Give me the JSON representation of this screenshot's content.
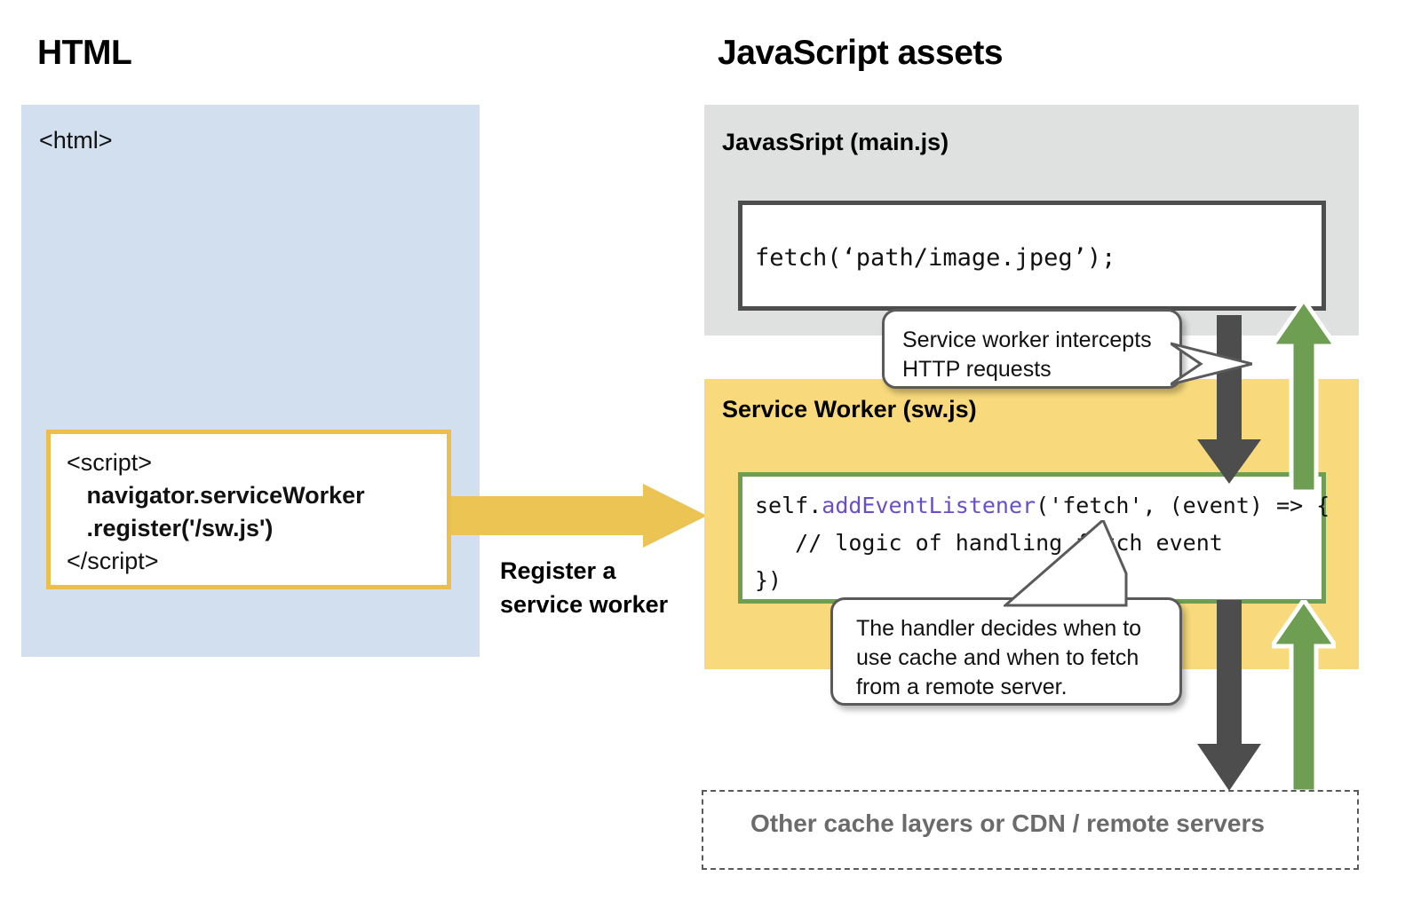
{
  "sections": {
    "html_title": "HTML",
    "js_title": "JavaScript assets"
  },
  "html_panel": {
    "tag_text": "<html>",
    "background_color": "#d2dfef",
    "script_box": {
      "border_color": "#ecbe4d",
      "lines": [
        {
          "text": "<script>",
          "bold": false
        },
        {
          "text": "   navigator.serviceWorker",
          "bold": true
        },
        {
          "text": "   .register('/sw.js')",
          "bold": true
        },
        {
          "text": "</script>",
          "bold": false
        }
      ]
    }
  },
  "register_arrow": {
    "label": "Register a\nservice worker",
    "color": "#ecc454"
  },
  "mainjs_panel": {
    "label": "JavasSript (main.js)",
    "background_color": "#dfe0e0",
    "code_box": {
      "border_color": "#4d4d4d",
      "code": "fetch(‘path/image.jpeg’);"
    }
  },
  "sw_panel": {
    "label": "Service Worker (sw.js)",
    "background_color": "#f8da7c",
    "code_box": {
      "border_color": "#6d9e52",
      "code_prefix": "self.",
      "code_fn": "addEventListener",
      "code_suffix": "('fetch', (event) => {",
      "code_line2": "   // logic of handling fetch event",
      "code_line3": "})"
    }
  },
  "remote_box": {
    "label": "Other cache layers or CDN / remote servers",
    "border_color": "#5a5a5a",
    "text_color": "#6b6b6b"
  },
  "callouts": {
    "intercept": "Service worker intercepts\nHTTP requests",
    "handler": "The handler decides when to\nuse cache and when to fetch\nfrom a remote server."
  },
  "arrows": {
    "down_color": "#4d4d4d",
    "up_color": "#6d9e52"
  }
}
